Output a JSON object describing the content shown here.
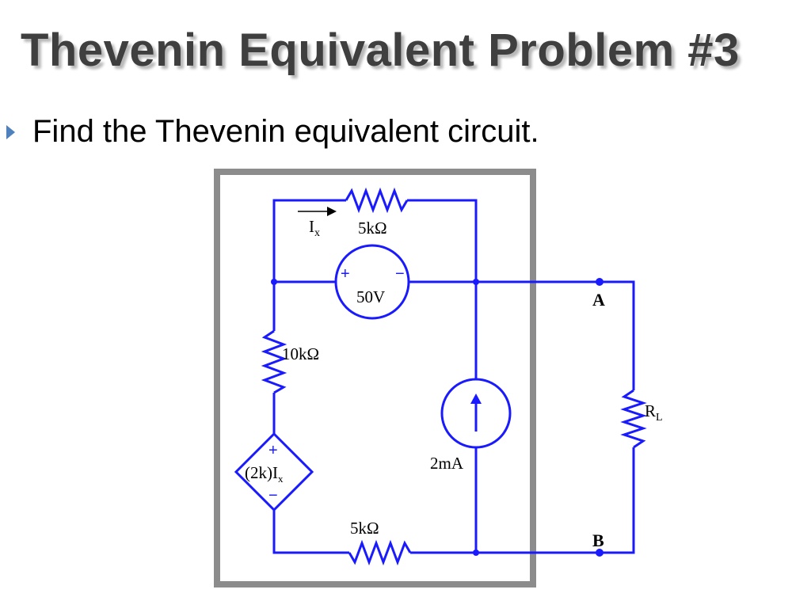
{
  "title": "Thevenin Equivalent Problem #3",
  "bullet": {
    "icon": "triangle-bullet-icon",
    "text": "Find the Thevenin equivalent circuit."
  },
  "circuit": {
    "wire_color": "#1a1aff",
    "box_color": "#8c8c8c",
    "labels": {
      "ix_main": "I",
      "ix_sub": "x",
      "r_top": "5kΩ",
      "v_source": "50V",
      "plus": "+",
      "minus": "−",
      "r_left": "10kΩ",
      "dep_source_main": "(2k)I",
      "dep_source_sub": "x",
      "i_source": "2mA",
      "r_bottom": "5kΩ",
      "node_a": "A",
      "node_b": "B",
      "rl_main": "R",
      "rl_sub": "L"
    }
  }
}
